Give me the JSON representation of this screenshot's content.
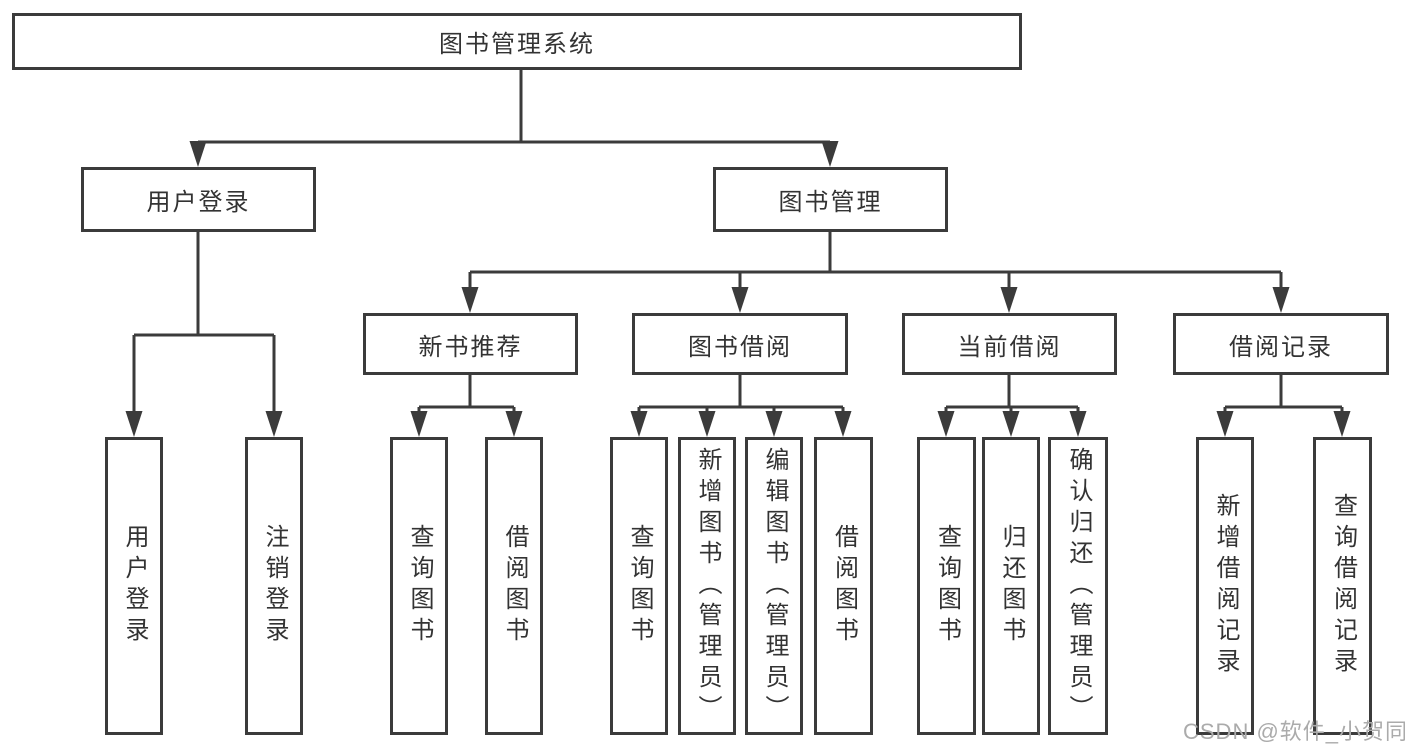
{
  "nodes": {
    "root": "图书管理系统",
    "user_login": "用户登录",
    "book_management": "图书管理",
    "new_book_recommend": "新书推荐",
    "book_borrowing": "图书借阅",
    "current_borrowing": "当前借阅",
    "borrowing_records": "借阅记录",
    "leaf_user_login": "用户登录",
    "leaf_logout": "注销登录",
    "leaf_nbr_query_books": "查询图书",
    "leaf_nbr_borrow_books": "借阅图书",
    "leaf_bb_query_books": "查询图书",
    "leaf_bb_add_books": "新增图书（管理员）",
    "leaf_bb_edit_books": "编辑图书（管理员）",
    "leaf_bb_borrow_books": "借阅图书",
    "leaf_cb_query_books": "查询图书",
    "leaf_cb_return_books": "归还图书",
    "leaf_cb_confirm_return": "确认归还（管理员）",
    "leaf_br_add_record": "新增借阅记录",
    "leaf_br_query_record": "查询借阅记录"
  },
  "hierarchy": {
    "图书管理系统": {
      "用户登录": [
        "用户登录",
        "注销登录"
      ],
      "图书管理": {
        "新书推荐": [
          "查询图书",
          "借阅图书"
        ],
        "图书借阅": [
          "查询图书",
          "新增图书（管理员）",
          "编辑图书（管理员）",
          "借阅图书"
        ],
        "当前借阅": [
          "查询图书",
          "归还图书",
          "确认归还（管理员）"
        ],
        "借阅记录": [
          "新增借阅记录",
          "查询借阅记录"
        ]
      }
    }
  },
  "watermark": "CSDN @软件_小贺同学",
  "colors": {
    "line": "#3b3b3b",
    "text": "#333333",
    "watermark": "#ababab",
    "background": "#ffffff"
  }
}
